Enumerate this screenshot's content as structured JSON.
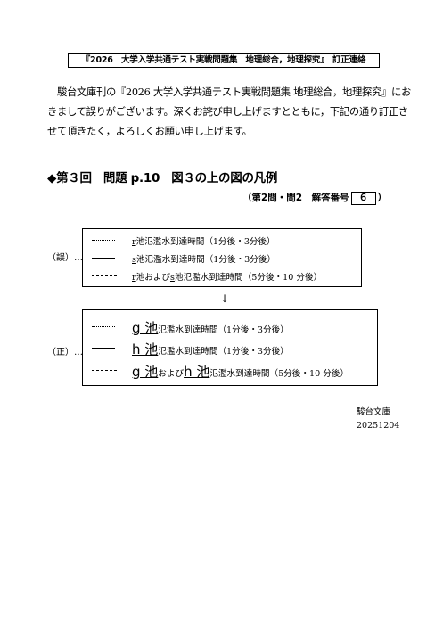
{
  "title": "『2026　大学入学共通テスト実戦問題集　地理総合，地理探究』　訂正連絡",
  "intro": "駿台文庫刊の『2026 大学入学共通テスト実戦問題集 地理総合，地理探究』におきまして誤りがございます。深くお詫び申し上げますとともに，下記の通り訂正させて頂きたく，よろしくお願い申し上げます。",
  "heading": "◆第３回　問題 p.10　図３の上の図の凡例",
  "sub": {
    "prefix": "（第2問・問2　解答番号",
    "answer": "６",
    "suffix": "）"
  },
  "wrong": {
    "label": "（誤）…",
    "rows": [
      {
        "pond": "r",
        "text": "池氾濫水到達時間（1分後・3分後）"
      },
      {
        "pond": "s",
        "text": "池氾濫水到達時間（1分後・3分後）"
      },
      {
        "pond": "r",
        "mid": "池および",
        "pond2": "s",
        "text": "池氾濫水到達時間（5分後・10 分後）"
      }
    ]
  },
  "arrow": "↓",
  "correct": {
    "label": "（正）…",
    "rows": [
      {
        "pond": "g 池",
        "text": "氾濫水到達時間（1分後・3分後）"
      },
      {
        "pond": "h 池",
        "text": "氾濫水到達時間（1分後・3分後）"
      },
      {
        "pond": "g 池",
        "mid": "および",
        "pond2": "h 池",
        "text": "氾濫水到達時間（5分後・10 分後）"
      }
    ]
  },
  "footer": {
    "publisher": "駿台文庫",
    "date": "20251204"
  }
}
